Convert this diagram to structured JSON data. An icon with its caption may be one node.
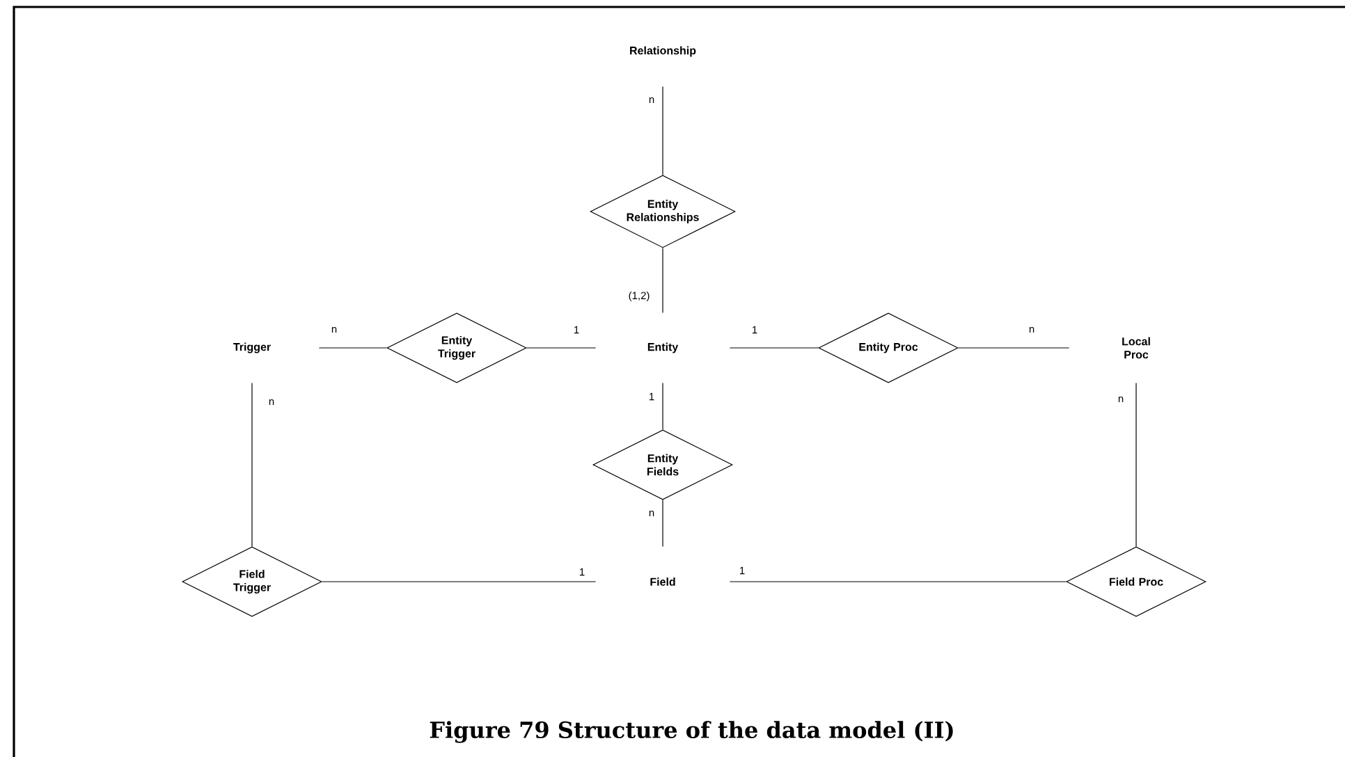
{
  "diagram": {
    "caption": "Figure 79 Structure of the data model (II)",
    "nodes": [
      {
        "text": [
          "Relationship"
        ]
      },
      {
        "text": [
          "Entity Relationships"
        ]
      },
      {
        "text": [
          "Trigger"
        ]
      },
      {
        "text": [
          "Entity Trigger"
        ]
      },
      {
        "text": [
          "Entity"
        ]
      },
      {
        "text": [
          "Entity Proc"
        ]
      },
      {
        "text": [
          "Local Proc"
        ]
      },
      {
        "text": [
          "Entity Fields"
        ]
      },
      {
        "text": [
          "Field Trigger"
        ]
      },
      {
        "text": [
          "Field"
        ]
      },
      {
        "text": [
          "Field Proc"
        ]
      }
    ],
    "edges": [
      {
        "from": 0,
        "to": 1,
        "arrow": "none",
        "label": "n"
      },
      {
        "from": 1,
        "to": 4,
        "arrow": "none",
        "label": "(1,2)"
      },
      {
        "from": 2,
        "to": 3,
        "arrow": "none",
        "label": "n"
      },
      {
        "from": 3,
        "to": 4,
        "arrow": "none",
        "label": "1"
      },
      {
        "from": 4,
        "to": 5,
        "arrow": "none",
        "label": "1"
      },
      {
        "from": 5,
        "to": 6,
        "arrow": "none",
        "label": "n"
      },
      {
        "from": 4,
        "to": 7,
        "arrow": "none",
        "label": "1"
      },
      {
        "from": 7,
        "to": 9,
        "arrow": "none",
        "label": "n"
      },
      {
        "from": 2,
        "to": 8,
        "arrow": "none",
        "label": "n"
      },
      {
        "from": 8,
        "to": 9,
        "arrow": "none",
        "label": "1"
      },
      {
        "from": 9,
        "to": 10,
        "arrow": "none",
        "label": "1"
      },
      {
        "from": 6,
        "to": 10,
        "arrow": "none",
        "label": "n"
      }
    ]
  }
}
